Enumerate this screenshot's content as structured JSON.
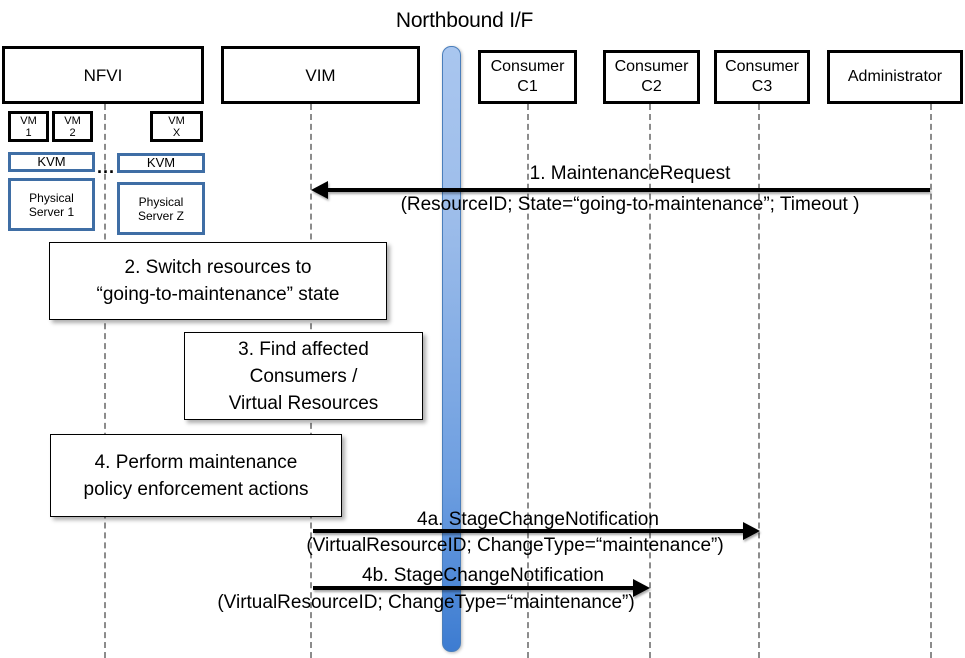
{
  "title": "Northbound I/F",
  "colors": {
    "lifeline": "#8c8c8c",
    "participant_border": "#000000",
    "infra_blue_border": "#3f6EA5",
    "nb_bar_top": "#a9c6ef",
    "nb_bar_bottom": "#3d7cd1",
    "arrow": "#000000",
    "background": "#ffffff"
  },
  "participants": [
    {
      "id": "nfvi",
      "label": "NFVI"
    },
    {
      "id": "vim",
      "label": "VIM"
    },
    {
      "id": "c1",
      "label": "Consumer\nC1"
    },
    {
      "id": "c2",
      "label": "Consumer\nC2"
    },
    {
      "id": "c3",
      "label": "Consumer\nC3"
    },
    {
      "id": "admin",
      "label": "Administrator"
    }
  ],
  "infrastructure": {
    "vms": [
      {
        "id": "vm1",
        "label": "VM\n1"
      },
      {
        "id": "vm2",
        "label": "VM\n2"
      },
      {
        "id": "vmx",
        "label": "VM\nX"
      }
    ],
    "hypervisors": [
      {
        "id": "kvm1",
        "label": "KVM"
      },
      {
        "id": "kvm2",
        "label": "KVM"
      }
    ],
    "servers": [
      {
        "id": "server1",
        "label": "Physical\nServer 1"
      },
      {
        "id": "serverz",
        "label": "Physical\nServer Z"
      }
    ],
    "ellipsis": "..."
  },
  "process_boxes": [
    {
      "id": "step2",
      "label": "2. Switch resources to\n“going-to-maintenance” state"
    },
    {
      "id": "step3",
      "label": "3. Find affected\nConsumers /\nVirtual Resources"
    },
    {
      "id": "step4",
      "label": "4. Perform maintenance\npolicy enforcement actions"
    }
  ],
  "messages": [
    {
      "id": "msg1",
      "number": "1.",
      "name": "MaintenanceRequest",
      "label_line1": "1.   MaintenanceRequest",
      "label_line2": "(ResourceID; State=“going-to-maintenance”; Timeout )",
      "from": "admin",
      "to": "vim",
      "direction": "left"
    },
    {
      "id": "msg4a",
      "number": "4a.",
      "name": "StageChangeNotification",
      "label_line1": "4a. StageChangeNotification",
      "label_line2": "(VirtualResourceID; ChangeType=“maintenance”)",
      "from": "vim",
      "to": "c3",
      "direction": "right"
    },
    {
      "id": "msg4b",
      "number": "4b.",
      "name": "StageChangeNotification",
      "label_line1": "4b. StageChangeNotification",
      "label_line2": "(VirtualResourceID; ChangeType=“maintenance”)",
      "from": "vim",
      "to": "c2",
      "direction": "right"
    }
  ]
}
